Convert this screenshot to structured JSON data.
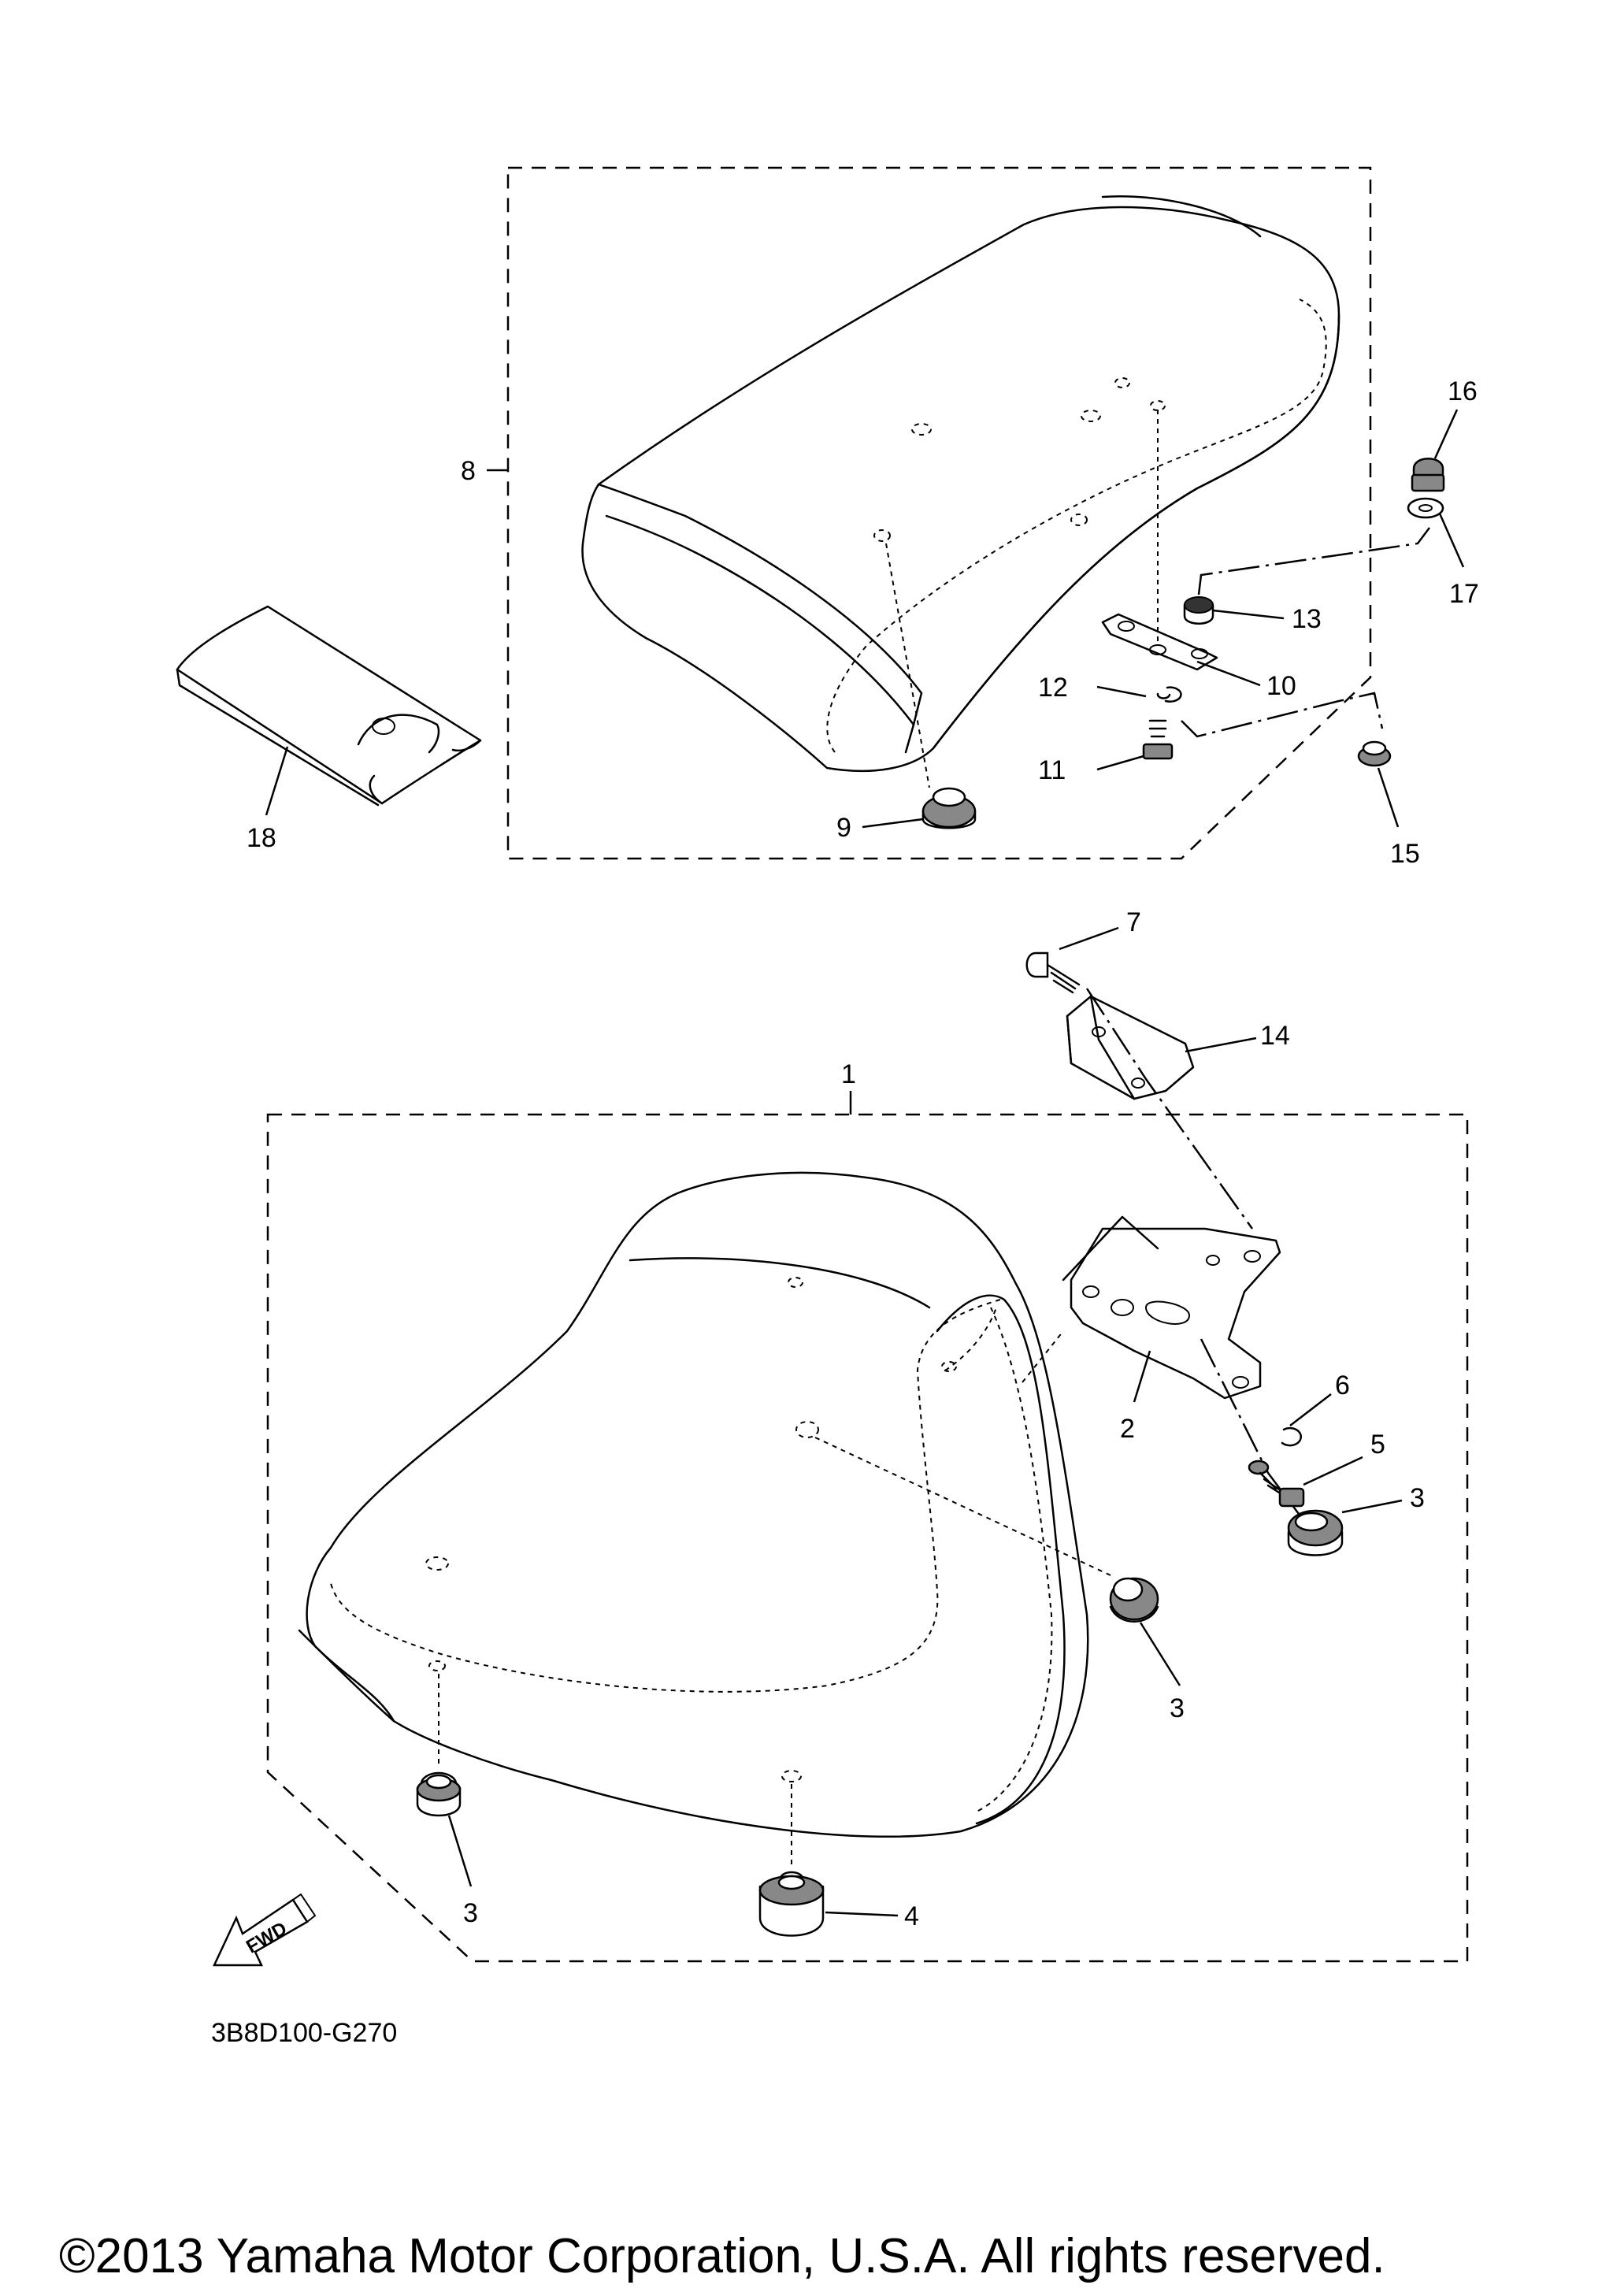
{
  "diagram": {
    "callouts": {
      "c1": "1",
      "c2": "2",
      "c3a": "3",
      "c3b": "3",
      "c3c": "3",
      "c4": "4",
      "c5": "5",
      "c6": "6",
      "c7": "7",
      "c8": "8",
      "c9": "9",
      "c10": "10",
      "c11": "11",
      "c12": "12",
      "c13": "13",
      "c14": "14",
      "c15": "15",
      "c16": "16",
      "c17": "17",
      "c18": "18"
    },
    "fwd_label": "FWD",
    "diagram_code": "3B8D100-G270",
    "copyright": "©2013 Yamaha Motor Corporation, U.S.A. All rights reserved."
  }
}
